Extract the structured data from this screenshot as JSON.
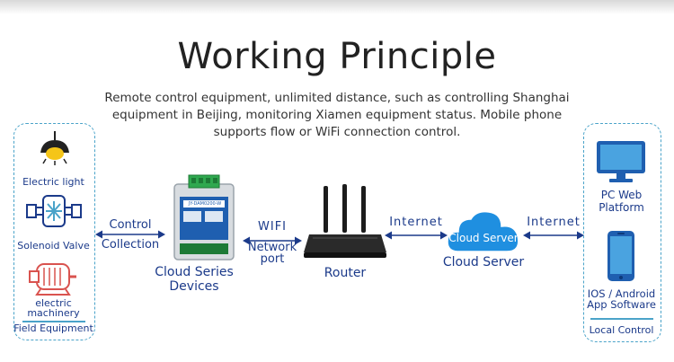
{
  "title": "Working Principle",
  "subtitle": "Remote control equipment, unlimited distance, such as controlling Shanghai equipment in Beijing, monitoring Xiamen equipment status. Mobile phone supports flow or WiFi connection control.",
  "field_panel": {
    "items": [
      {
        "label": "Electric light",
        "icon": "light-bulb-icon"
      },
      {
        "label": "Solenoid Valve",
        "icon": "valve-icon"
      },
      {
        "label": "electric machinery",
        "icon": "motor-icon"
      }
    ],
    "footer": "Field Equipment"
  },
  "links": {
    "control_collection": [
      "Control",
      "Collection"
    ],
    "wifi": "WIFI",
    "network_port": [
      "Network",
      "port"
    ],
    "internet_left": "Internet",
    "internet_right": "Internet"
  },
  "device": {
    "label": [
      "Cloud Series",
      "Devices"
    ],
    "model_text": "JY-DAM0200-W"
  },
  "router": {
    "label": "Router"
  },
  "cloud": {
    "badge": "Cloud Server",
    "label": "Cloud Server"
  },
  "local_panel": {
    "items": [
      {
        "label": [
          "PC Web",
          "Platform"
        ],
        "icon": "monitor-icon"
      },
      {
        "label": [
          "IOS / Android",
          "App Software"
        ],
        "icon": "smartphone-icon"
      }
    ],
    "footer": "Local Control"
  },
  "colors": {
    "accent_blue": "#1b3a8a",
    "cloud_blue": "#1f8fe0",
    "dashed_border": "#4aa3c9",
    "bulb_yellow": "#f5c518"
  }
}
